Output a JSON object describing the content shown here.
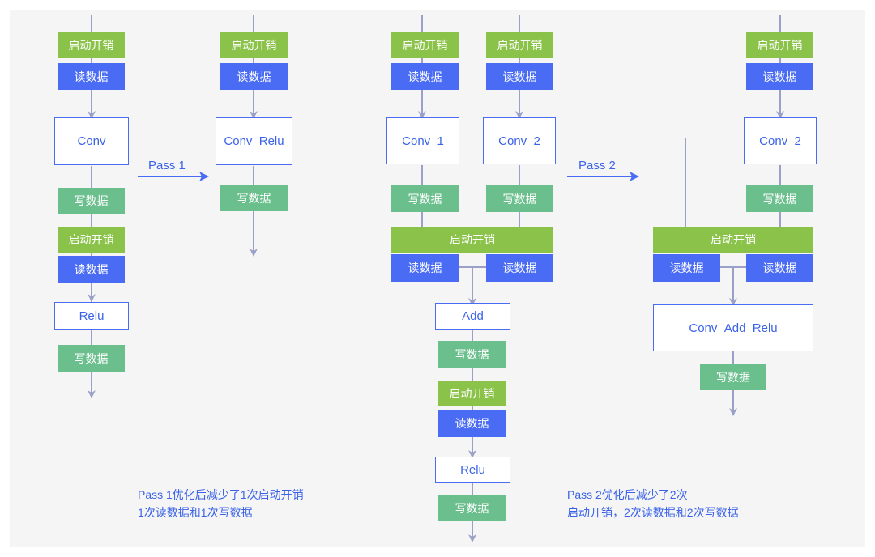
{
  "labels": {
    "startup": "启动开销",
    "read": "读数据",
    "write": "写数据",
    "conv": "Conv",
    "relu": "Relu",
    "conv_relu": "Conv_Relu",
    "conv_1": "Conv_1",
    "conv_2": "Conv_2",
    "add": "Add",
    "conv_add_relu": "Conv_Add_Relu",
    "pass1": "Pass 1",
    "pass2": "Pass 2"
  },
  "notes": {
    "pass1_line1": "Pass 1优化后减少了1次启动开销",
    "pass1_line2": "1次读数据和1次写数据",
    "pass2_line1": "Pass 2优化后减少了2次",
    "pass2_line2": "启动开销，2次读数据和2次写数据"
  },
  "colors": {
    "background": "#f5f5f5",
    "startup": "#8bc34a",
    "read": "#4a6cf4",
    "write": "#6abf8c",
    "operator_border": "#4a6cf4",
    "line": "#9aa0c8",
    "pass_arrow": "#4a6cf4"
  }
}
